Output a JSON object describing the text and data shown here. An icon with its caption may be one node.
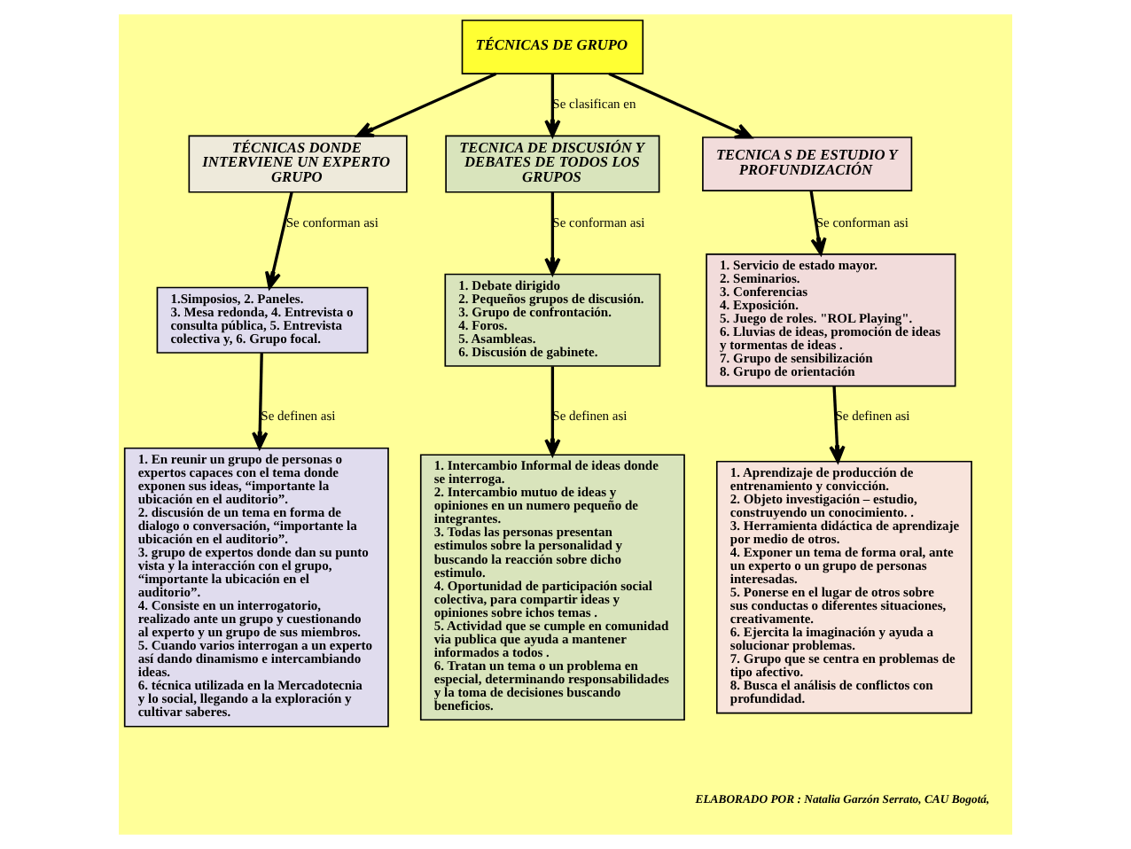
{
  "diagram": {
    "nodes": [
      {
        "text": [
          "TÉCNICAS DE GRUPO"
        ]
      },
      {
        "text": [
          "TÉCNICAS DONDE INTERVIENE UN EXPERTO GRUPO"
        ]
      },
      {
        "text": [
          "TECNICA DE DISCUSIÓN Y DEBATES DE TODOS LOS GRUPOS"
        ]
      },
      {
        "text": [
          "TECNICA S DE ESTUDIO Y PROFUNDIZACIÓN"
        ]
      },
      {
        "text": [
          "1.Simposios, 2. Paneles.",
          "3. Mesa redonda, 4. Entrevista o consulta pública, 5. Entrevista colectiva y, 6. Grupo focal."
        ]
      },
      {
        "text": [
          "1. Debate dirigido",
          "2. Pequeños grupos de discusión.",
          "3. Grupo de confrontación.",
          "4. Foros.",
          "5. Asambleas.",
          "6. Discusión de gabinete."
        ]
      },
      {
        "text": [
          "1. Servicio de estado mayor.",
          "2. Seminarios.",
          "3. Conferencias",
          "4. Exposición.",
          "5. Juego de roles. \"ROL Playing\".",
          "6. Lluvias de ideas, promoción de ideas y tormentas de ideas .",
          "7. Grupo de sensibilización",
          "8. Grupo de orientación"
        ]
      },
      {
        "text": [
          "1. En reunir un grupo de personas o expertos capaces con el tema donde exponen sus ideas, “importante la ubicación en el auditorio”.",
          "2. discusión de un tema en forma de dialogo o conversación, “importante la ubicación en el auditorio”.",
          "3. grupo de expertos donde dan su punto vista y la interacción con el grupo, “importante la ubicación en el auditorio”.",
          "4. Consiste en un interrogatorio, realizado ante un grupo y cuestionando al experto y un grupo de sus miembros.",
          "5. Cuando varios interrogan a un experto así dando dinamismo e intercambiando ideas.",
          "6. técnica utilizada en la Mercadotecnia y lo social, llegando a la exploración y cultivar saberes."
        ]
      },
      {
        "text": [
          "1. Intercambio Informal de ideas donde se interroga.",
          "2. Intercambio mutuo de ideas y opiniones en un numero pequeño de integrantes.",
          "3. Todas las personas presentan estimulos sobre la personalidad y buscando la reacción sobre dicho estimulo.",
          "4. Oportunidad de participación social colectiva, para compartir ideas y opiniones sobre ichos temas .",
          "5. Actividad que se cumple en comunidad via publica que ayuda a mantener informados a todos .",
          "6. Tratan un tema o un problema en especial, determinando responsabilidades y la toma de decisiones buscando beneficios."
        ]
      },
      {
        "text": [
          "1. Aprendizaje de producción de entrenamiento y convicción.",
          "2. Objeto investigación – estudio, construyendo un conocimiento. .",
          "3. Herramienta didáctica de aprendizaje por medio de otros.",
          "4. Exponer un tema de forma oral, ante un experto o un grupo de personas interesadas.",
          "5. Ponerse en el lugar de otros sobre sus conductas o diferentes situaciones, creativamente.",
          "6. Ejercita la imaginación y ayuda a solucionar problemas.",
          "7. Grupo que se centra en problemas de tipo afectivo.",
          "8. Busca el análisis de conflictos con profundidad."
        ]
      }
    ],
    "edges": [
      {
        "from": 0,
        "to": 1,
        "arrow": "to"
      },
      {
        "from": 0,
        "to": 2,
        "arrow": "to",
        "label": "Se clasifican en"
      },
      {
        "from": 0,
        "to": 3,
        "arrow": "to"
      },
      {
        "from": 1,
        "to": 4,
        "arrow": "to",
        "label": "Se conforman asi"
      },
      {
        "from": 2,
        "to": 5,
        "arrow": "to",
        "label": "Se conforman asi"
      },
      {
        "from": 3,
        "to": 6,
        "arrow": "to",
        "label": "Se conforman asi"
      },
      {
        "from": 4,
        "to": 7,
        "arrow": "to",
        "label": "Se definen asi"
      },
      {
        "from": 5,
        "to": 8,
        "arrow": "to",
        "label": "Se definen asi"
      },
      {
        "from": 6,
        "to": 9,
        "arrow": "to",
        "label": "Se definen asi"
      }
    ],
    "labels": [
      "ELABORADO POR : Natalia Garzón Serrato, CAU Bogotá,"
    ]
  }
}
